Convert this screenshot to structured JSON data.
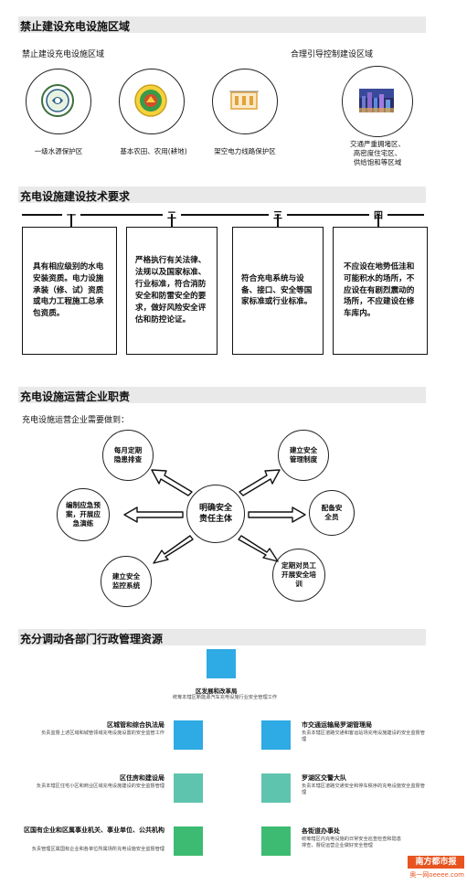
{
  "section1": {
    "title": "禁止建设充电设施区域",
    "left_sub": "禁止建设充电设施区域",
    "right_sub": "合理引导控制建设区域",
    "zones": [
      {
        "label": "一级水源保护区",
        "icon": "water-source-protection-emblem"
      },
      {
        "label": "基本农田、农用(耕地)",
        "icon": "farmland-protection-emblem"
      },
      {
        "label": "架空电力线路保护区",
        "icon": "power-line-icon"
      },
      {
        "label": "交通严重拥堵区、\n高密度住宅区、\n供给饱和等区域",
        "icon": "city-night-photo"
      }
    ]
  },
  "section2": {
    "title": "充电设施建设技术要求",
    "items": [
      {
        "num": "一",
        "text": "具有相应级别的水电安装资质。电力设施承装（修、试）资质或电力工程施工总承包资质。"
      },
      {
        "num": "二",
        "text": "严格执行有关法律、法规以及国家标准、行业标准，符合消防安全和防雷安全的要求，做好风险安全评估和防控论证。"
      },
      {
        "num": "三",
        "text": "符合充电系统与设备、接口、安全等国家标准或行业标准。"
      },
      {
        "num": "四",
        "text": "不应设在地势低洼和可能积水的场所，不应设在有剧烈震动的场所，不应建设在修车库内。"
      }
    ]
  },
  "section3": {
    "title": "充电设施运营企业职责",
    "subtitle": "充电设施运营企业需要做到：",
    "center": "明确安全责任主体",
    "duties": [
      "每月定期隐患排查",
      "建立安全管理制度",
      "配备安全员",
      "定期对员工开展安全培训",
      "建立安全监控系统",
      "编制应急预案，开展应急演练"
    ]
  },
  "section4": {
    "title": "充分调动各部门行政管理资源",
    "top": {
      "name": "区发展和改革局",
      "desc": "统筹本辖区新能源汽车充电设施行业安全管理工作"
    },
    "depts": [
      {
        "name": "区城管和综合执法局",
        "desc": "负责监督上述区域和城管领域充电设施设置的安全监管工作"
      },
      {
        "name": "市交通运输局罗湖管理局",
        "desc": "负责本辖区道路交通和客运站场充电设施建设的安全监督管理"
      },
      {
        "name": "区住房和建设局",
        "desc": "负责本辖区住宅小区和商业区域充电设施建设的安全监督管理"
      },
      {
        "name": "罗湖区交警大队",
        "desc": "负责本辖区道路交通安全和停车秩序的充电设施安全监督管理"
      },
      {
        "name": "区国有企业和区属事业机关、事业单位、公共机构",
        "desc": "负责管理区属国有企业和各单位所属场所充电设施安全监督管理"
      },
      {
        "name": "各街道办事处",
        "desc": "统筹辖区内充电设施的日常安全巡查检查和隐患排查，督促运营企业做好安全管理"
      }
    ],
    "colors": {
      "blue": "#2eaae4",
      "teal": "#5ec4ad",
      "green": "#3dbb72"
    }
  },
  "watermark": {
    "brand": "南方都市报",
    "url": "奥一网oeeee.com"
  }
}
